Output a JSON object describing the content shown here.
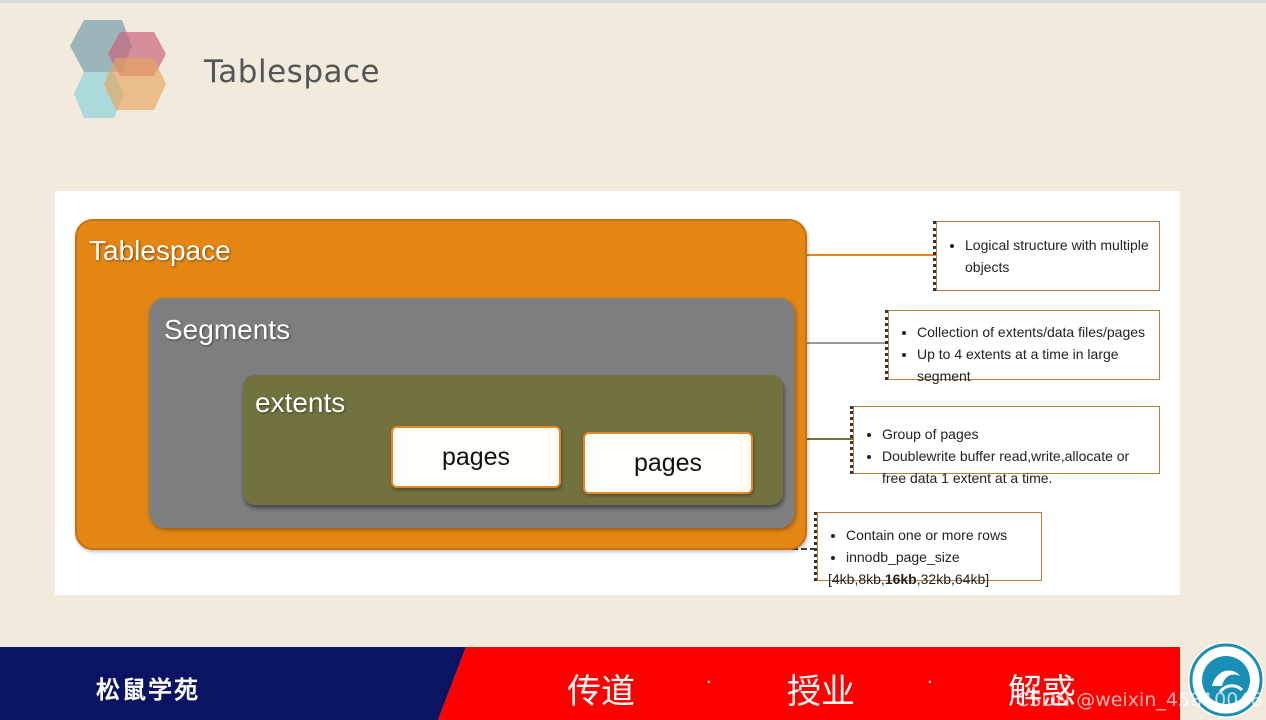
{
  "slide": {
    "title": "Tablespace"
  },
  "diagram": {
    "tablespace_label": "Tablespace",
    "segments_label": "Segments",
    "extents_label": "extents",
    "page_labels": [
      "pages",
      "pages"
    ],
    "notes": {
      "tablespace": [
        "Logical structure with multiple objects"
      ],
      "segments": [
        "Collection of extents/data files/pages",
        "Up to 4 extents at a time in large segment"
      ],
      "extents": [
        "Group of pages",
        "Doublewrite buffer read,write,allocate or free data  1 extent at a time."
      ],
      "pages": {
        "items": [
          "Contain one or more rows",
          "innodb_page_size"
        ],
        "sizes_prefix": "[4kb,8kb,",
        "sizes_bold": "16kb",
        "sizes_suffix": ",32kb,64kb]"
      }
    },
    "colors": {
      "tablespace": "#e48614",
      "segments": "#7e7e7e",
      "extents": "#72723f",
      "page_border": "#e8862a"
    }
  },
  "footer": {
    "brand": "松鼠学苑",
    "motto": [
      "传道",
      "授业",
      "解惑"
    ],
    "separator": "·",
    "watermark": "CSDN @weixin_45810046",
    "colors": {
      "navy": "#0b1463",
      "red": "#ff0000"
    }
  }
}
